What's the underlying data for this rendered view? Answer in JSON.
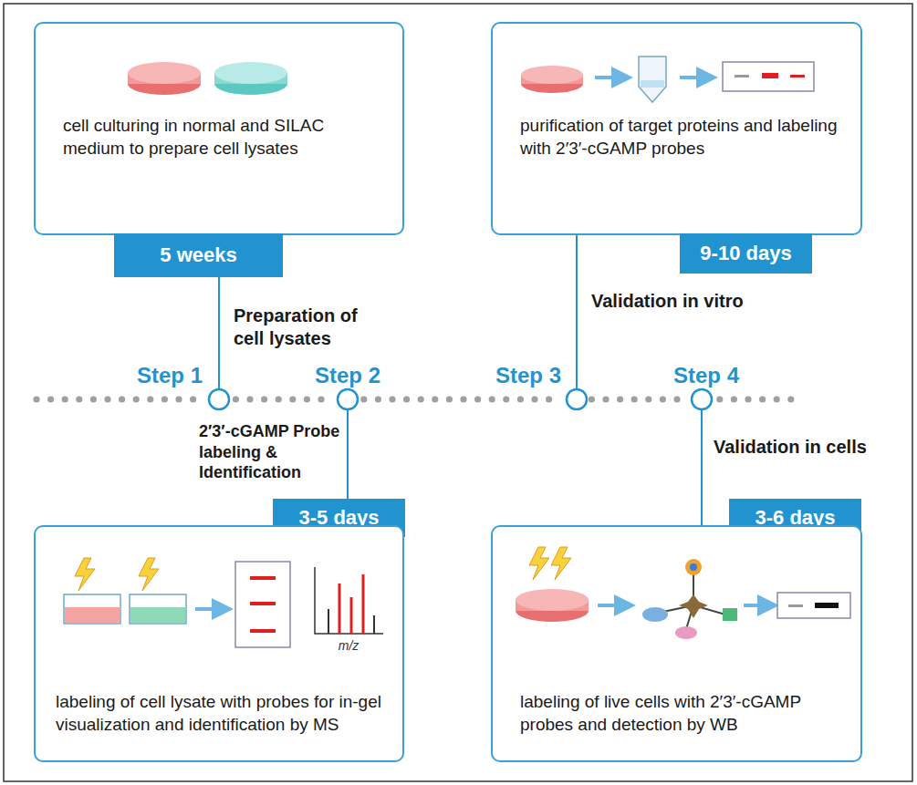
{
  "diagram": {
    "nodes": [
      {
        "text": [
          "cell culturing in normal and SILAC medium to prepare cell lysates"
        ]
      },
      {
        "text": [
          "5 weeks"
        ]
      },
      {
        "text": [
          "purification of target proteins and labeling with 2′3′-cGAMP probes"
        ]
      },
      {
        "text": [
          "9-10 days"
        ]
      },
      {
        "text": [
          "3-5 days"
        ]
      },
      {
        "text": [
          "labeling of cell lysate with probes for in-gel visualization and identification by MS"
        ]
      },
      {
        "text": [
          "3-6 days"
        ]
      },
      {
        "text": [
          "labeling of live cells with 2′3′-cGAMP probes and detection by WB"
        ]
      }
    ],
    "labels": [
      "Preparation of cell lysates",
      "2′3′-cGAMP Probe labeling & Identification",
      "Validation in vitro",
      "Validation in cells",
      "Step 1",
      "Step 2",
      "Step 3",
      "Step 4",
      "m/z"
    ]
  }
}
